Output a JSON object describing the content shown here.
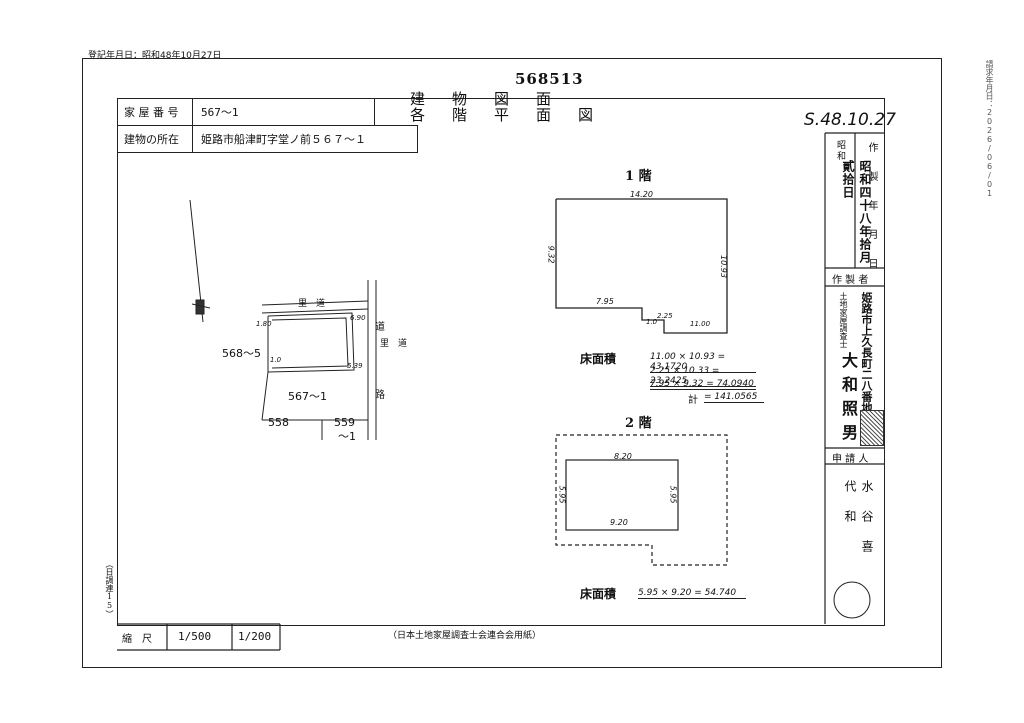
{
  "header": {
    "record_date": "登記年月日：昭和48年10月27日",
    "side_stamp": "請求年月日：2026/06/01",
    "doc_number": "568513",
    "title_line1": "建　物　図　面",
    "title_line2": "各　階　平　面　図",
    "handwritten_date": "S.48.10.27"
  },
  "info": {
    "house_number_label": "家 屋 番 号",
    "house_number": "567～1",
    "location_label": "建物の所在",
    "location": "姫路市船津町字堂ノ前５６７～１"
  },
  "site_map": {
    "lot_main": "567～1",
    "lot_left": "568～5",
    "lot_bottom_left": "558",
    "lot_bottom_right_a": "559",
    "lot_bottom_right_b": "～1",
    "road_top": "里　道",
    "road_right_1": "道",
    "road_right_2": "路",
    "road_right_3": "里　道",
    "dim_a": "6.90",
    "dim_b": "1.80",
    "dim_c": "5.39",
    "dim_d": "1.0"
  },
  "floor1": {
    "label": "1 階",
    "dims": {
      "top": "14.20",
      "left": "9.32",
      "right": "10.93",
      "bottom": "7.95",
      "step1": "1.0",
      "step2": "2.25",
      "step3": "11.00"
    },
    "area_label": "床面積",
    "calc_lines": [
      "11.00 × 10.93 = 43.1720",
      "2.25 × 10.33 = 23.2425",
      "7.95 × 9.32 = 74.0940"
    ],
    "total_label": "計",
    "total": "= 141.0565"
  },
  "floor2": {
    "label": "2 階",
    "dims": {
      "top": "8.20",
      "left": "5.95",
      "right": "5.95",
      "bottom": "9.20"
    },
    "area_label": "床面積",
    "calc": "5.95 × 9.20 = 54.740"
  },
  "right_panel": {
    "era_label": "昭和",
    "date_vertical": "昭和四十八年拾月貳拾日",
    "made_label": "作 製 年 月 日",
    "maker_label": "作 製 者",
    "maker_title": "土地家屋調査士",
    "maker_address": "姫路市上久長町二八番地",
    "maker_name": "大和照男",
    "applicant_label": "申 請 人",
    "applicant_name": "水谷喜代和"
  },
  "footer": {
    "scale_label": "縮　尺",
    "scale_1": "1/500",
    "scale_2": "1/200",
    "association": "（日本土地家屋調査士会連合会用紙）",
    "left_vertical": "（日調連15）"
  }
}
